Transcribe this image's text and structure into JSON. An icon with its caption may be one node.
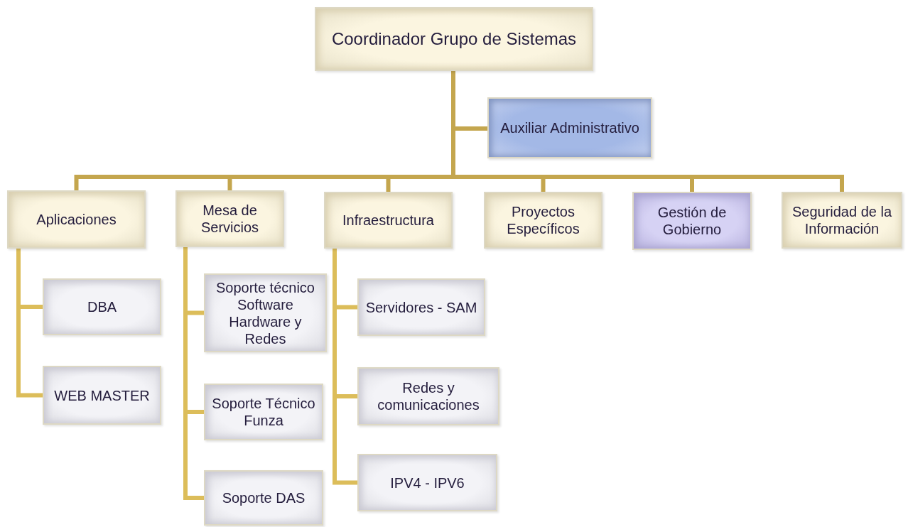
{
  "diagram": {
    "nodes": [
      {
        "text": [
          "Coordinador Grupo de Sistemas"
        ]
      },
      {
        "text": [
          "Auxiliar Administrativo"
        ]
      },
      {
        "text": [
          "Aplicaciones"
        ]
      },
      {
        "text": [
          "Mesa de Servicios"
        ]
      },
      {
        "text": [
          "Infraestructura"
        ]
      },
      {
        "text": [
          "Proyectos Específicos"
        ]
      },
      {
        "text": [
          "Gestión de Gobierno"
        ]
      },
      {
        "text": [
          "Seguridad de la Información"
        ]
      },
      {
        "text": [
          "DBA"
        ]
      },
      {
        "text": [
          "WEB MASTER"
        ]
      },
      {
        "text": [
          "Soporte técnico Software Hardware y Redes"
        ]
      },
      {
        "text": [
          "Soporte Técnico Funza"
        ]
      },
      {
        "text": [
          "Soporte DAS"
        ]
      },
      {
        "text": [
          "Servidores - SAM"
        ]
      },
      {
        "text": [
          "Redes y comunicaciones"
        ]
      },
      {
        "text": [
          "IPV4 - IPV6"
        ]
      }
    ],
    "edges": [
      {
        "from": 0,
        "to": 1,
        "arrow": "none"
      },
      {
        "from": 0,
        "to": 2,
        "arrow": "none"
      },
      {
        "from": 0,
        "to": 3,
        "arrow": "none"
      },
      {
        "from": 0,
        "to": 4,
        "arrow": "none"
      },
      {
        "from": 0,
        "to": 5,
        "arrow": "none"
      },
      {
        "from": 0,
        "to": 6,
        "arrow": "none"
      },
      {
        "from": 0,
        "to": 7,
        "arrow": "none"
      },
      {
        "from": 2,
        "to": 8,
        "arrow": "none"
      },
      {
        "from": 2,
        "to": 9,
        "arrow": "none"
      },
      {
        "from": 3,
        "to": 10,
        "arrow": "none"
      },
      {
        "from": 3,
        "to": 11,
        "arrow": "none"
      },
      {
        "from": 3,
        "to": 12,
        "arrow": "none"
      },
      {
        "from": 4,
        "to": 13,
        "arrow": "none"
      },
      {
        "from": 4,
        "to": 14,
        "arrow": "none"
      },
      {
        "from": 4,
        "to": 15,
        "arrow": "none"
      }
    ]
  }
}
